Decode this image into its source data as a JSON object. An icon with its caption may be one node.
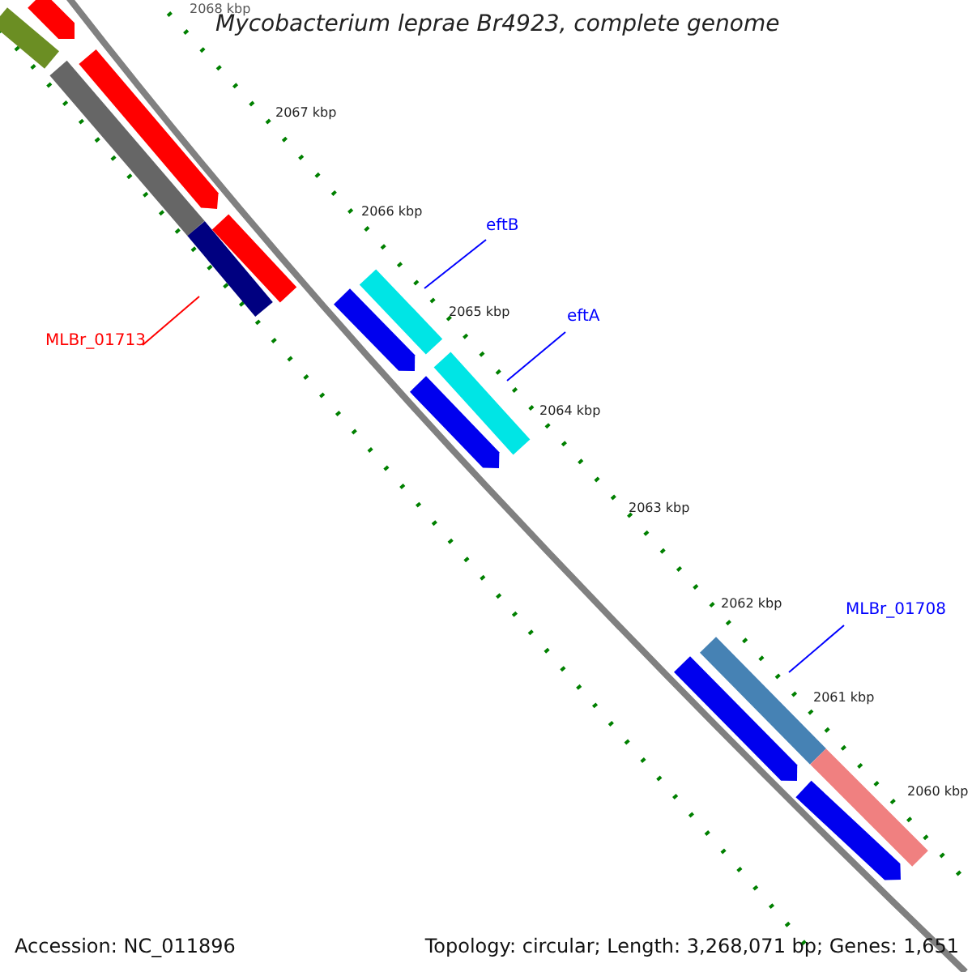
{
  "diagram": {
    "title": "Mycobacterium leprae Br4923, complete genome",
    "nodes": [
      {
        "text": [
          "eftB"
        ]
      },
      {
        "text": [],
        "shape": "bar"
      },
      {
        "text": [
          "eftA"
        ]
      },
      {
        "text": [],
        "shape": "bar"
      },
      {
        "text": [
          "MLBr_01713"
        ]
      },
      {
        "text": [],
        "shape": "bar"
      },
      {
        "text": [
          "MLBr_01708"
        ]
      },
      {
        "text": [],
        "shape": "bar"
      },
      {
        "text": [],
        "shape": "bar"
      },
      {
        "text": [],
        "shape": "bar"
      },
      {
        "text": [],
        "shape": "bar"
      },
      {
        "text": [],
        "shape": "bar"
      },
      {
        "text": [],
        "shape": "bar"
      },
      {
        "text": [],
        "shape": "bar"
      },
      {
        "text": [],
        "shape": "bar"
      },
      {
        "text": [],
        "shape": "bar"
      },
      {
        "text": [],
        "shape": "bar"
      },
      {
        "text": [],
        "shape": "bar"
      }
    ],
    "edges": [
      {
        "from": 0,
        "to": 1,
        "arrow": "none"
      },
      {
        "from": 2,
        "to": 3,
        "arrow": "none"
      },
      {
        "from": 4,
        "to": 5,
        "arrow": "none",
        "color": "#ff0000"
      },
      {
        "from": 6,
        "to": 7,
        "arrow": "none"
      }
    ],
    "labels": [
      "2068 kbp",
      "2067 kbp",
      "2066 kbp",
      "2065 kbp",
      "2064 kbp",
      "2063 kbp",
      "2062 kbp",
      "2061 kbp",
      "2060 kbp",
      "Accession: NC_011896",
      "Topology: circular; Length: 3,268,071 bp; Genes: 1,651"
    ]
  }
}
